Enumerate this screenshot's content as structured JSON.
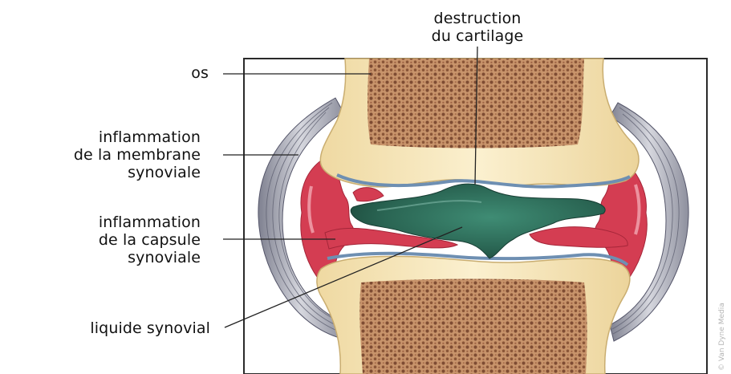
{
  "labels": {
    "bone": "os",
    "cartilage": [
      "destruction",
      "du cartilage"
    ],
    "membrane": [
      "inflammation",
      "de la membrane",
      "synoviale"
    ],
    "capsule": [
      "inflammation",
      "de la capsule",
      "synoviale"
    ],
    "fluid": "liquide synovial"
  },
  "credit": "© Van Dyne Media",
  "colors": {
    "bone_outer": "#f4e3b5",
    "bone_spongy": "#b8805a",
    "inflamed_tissue": "#d43d52",
    "synovial_fluid": "#2f6a57",
    "ligament": "#9a9aa6",
    "frame": "#222222"
  }
}
